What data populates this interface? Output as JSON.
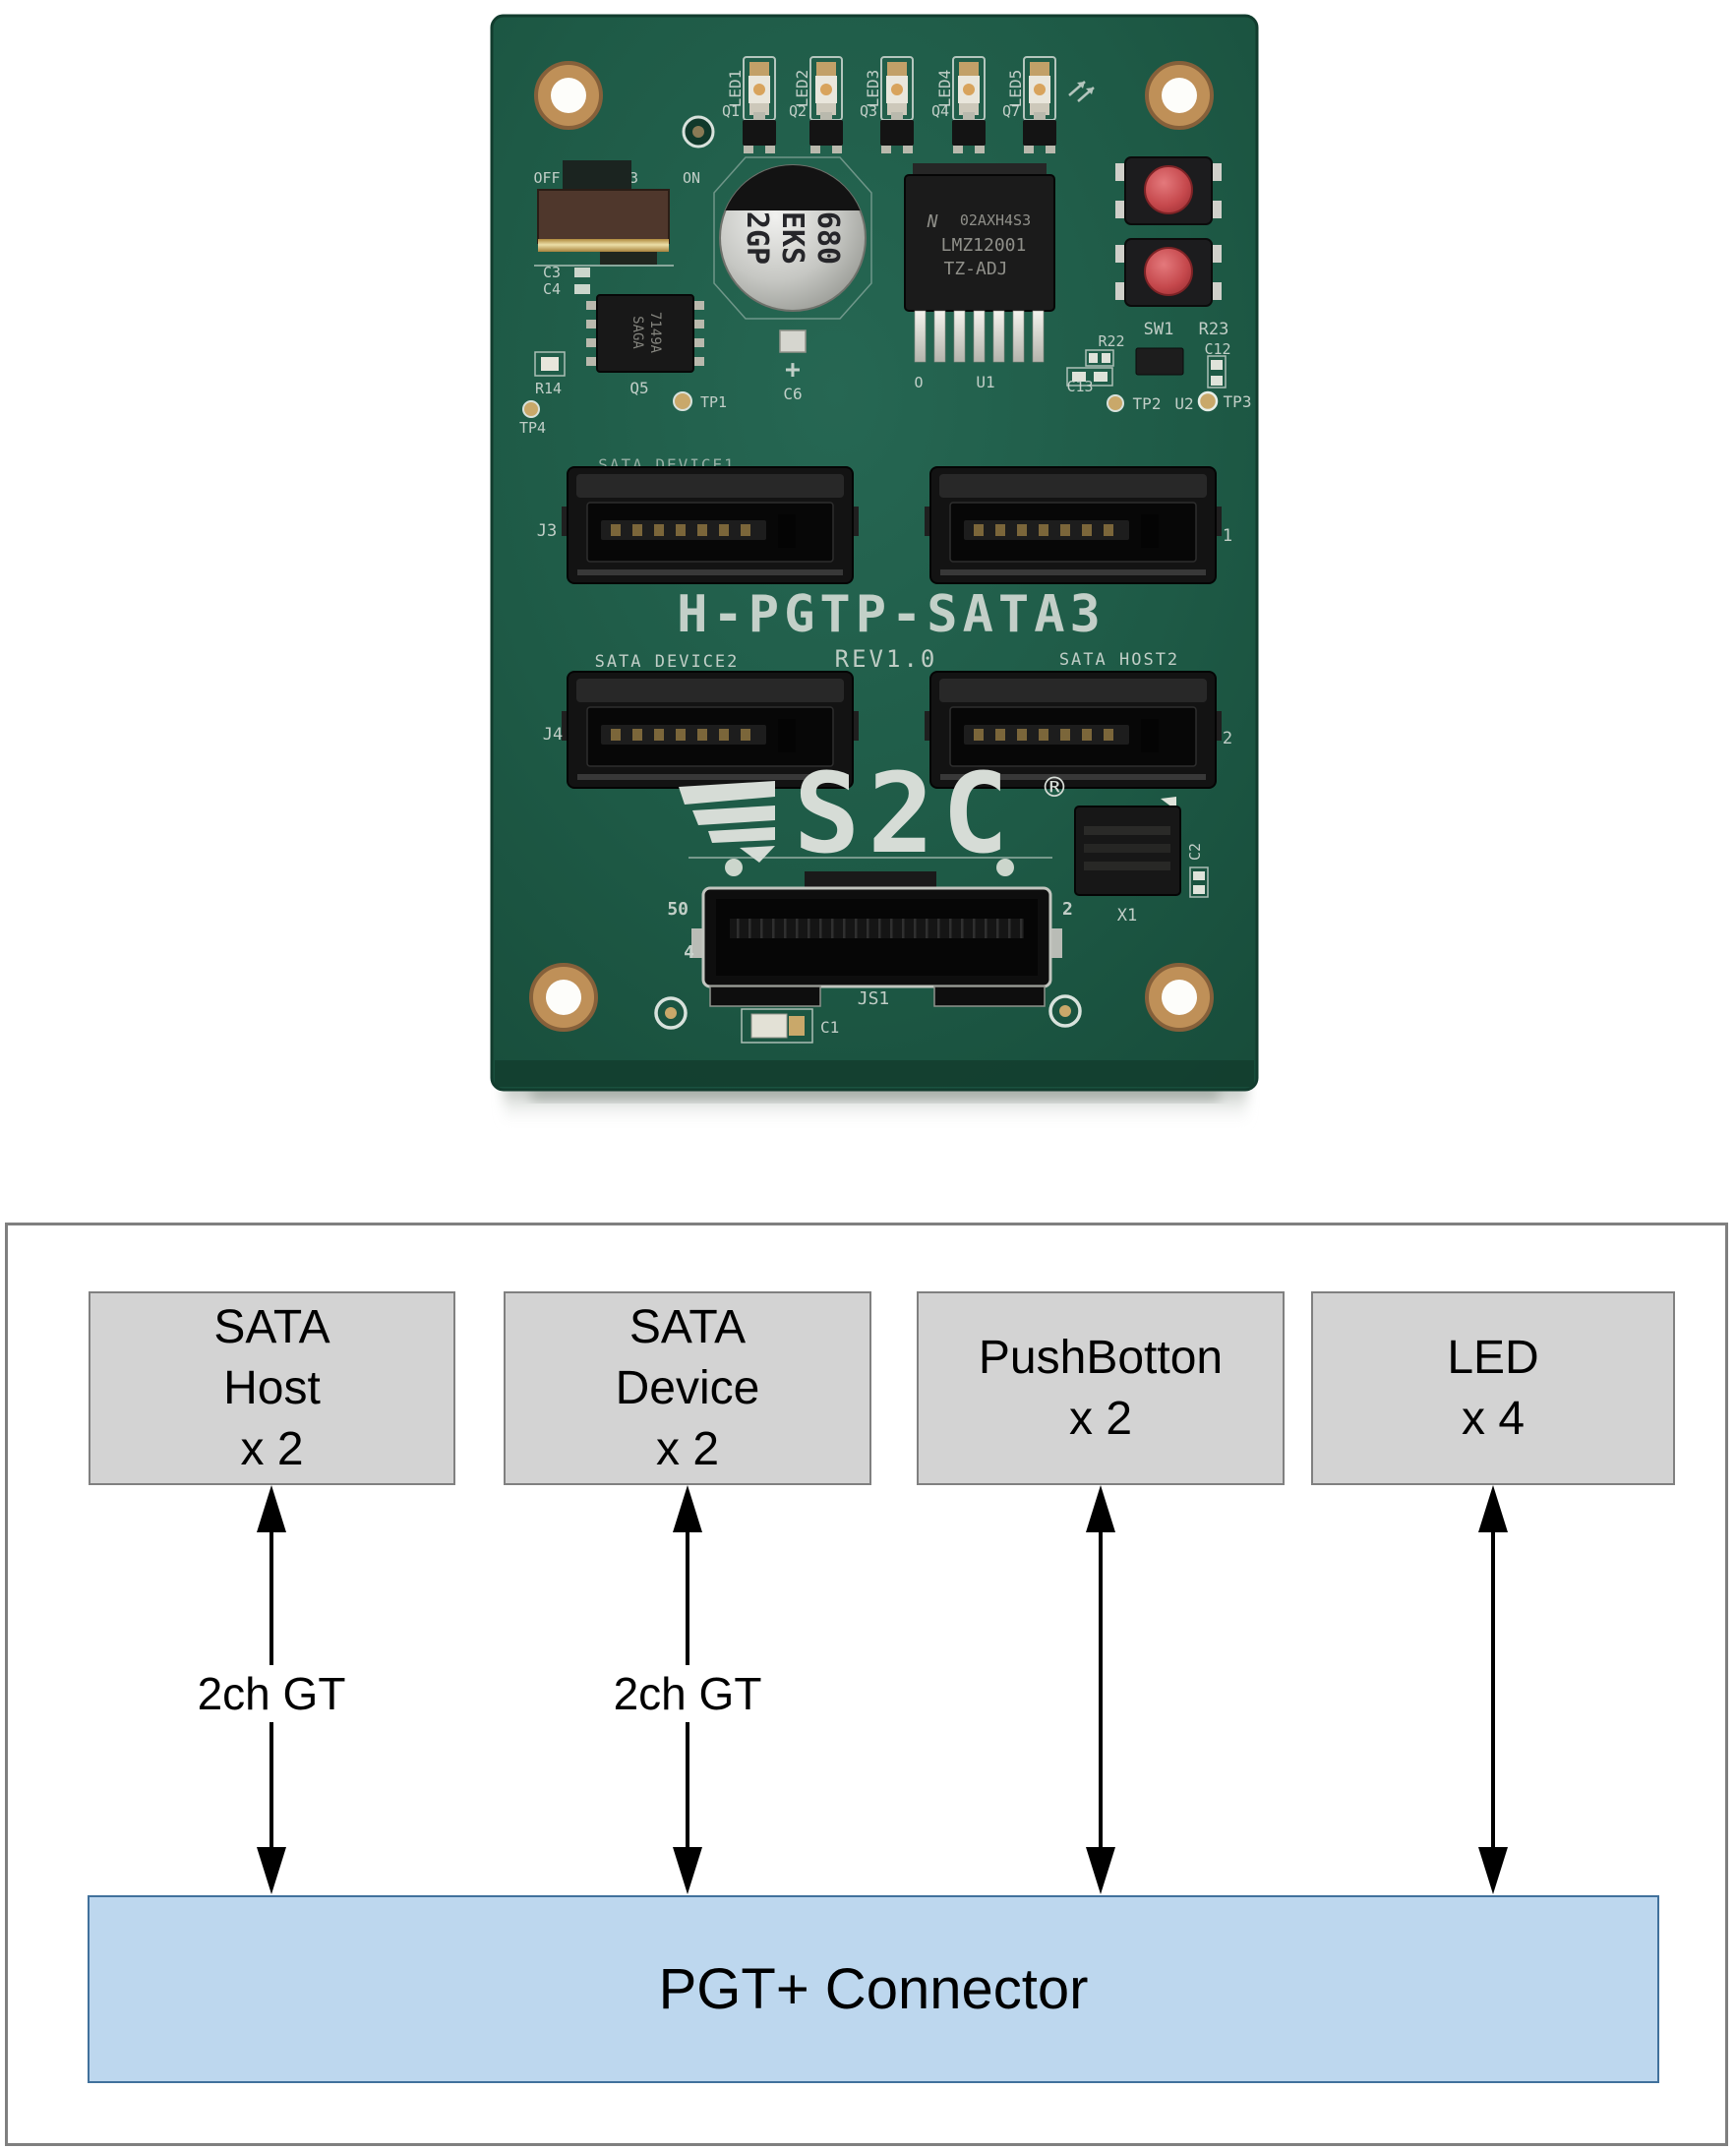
{
  "pcb": {
    "title": "H-PGTP-SATA3",
    "revision": "REV1.0",
    "logo_text": "S2C",
    "logo_reg": "®",
    "led_labels": [
      "LED1",
      "LED2",
      "LED3",
      "LED4",
      "LED5"
    ],
    "transistor_labels": [
      "Q1",
      "Q2",
      "Q3",
      "Q4",
      "Q7"
    ],
    "power_switch": {
      "off": "OFF",
      "ref": "S3",
      "on": "ON"
    },
    "capacitor": {
      "line1": "680",
      "line2": "EKS",
      "line3": "2GP",
      "plus": "+",
      "ref": "C6"
    },
    "regulator": {
      "brand": "N",
      "line1": "02AXH4S3",
      "line2": "LMZ12001",
      "line3": "TZ-ADJ",
      "pin1": "O",
      "ref": "U1"
    },
    "soic": {
      "line1": "7149A",
      "line2": "SAGA",
      "ref": "Q5"
    },
    "silk": {
      "c3": "C3",
      "c4": "C4",
      "r14": "R14",
      "tp4": "TP4",
      "tp1": "TP1",
      "sw1": "SW1",
      "r22": "R22",
      "r23": "R23",
      "c12": "C12",
      "c13": "C13",
      "tp2": "TP2",
      "u2": "U2",
      "tp3": "TP3",
      "j3": "J3",
      "j4": "J4",
      "sata_device1": "SATA DEVICE1",
      "sata_device2": "SATA DEVICE2",
      "sata_host2": "SATA HOST2",
      "host1_num": "1",
      "host2_num": "2",
      "js1": "JS1",
      "p50": "50",
      "p4": "4",
      "p2": "2",
      "c1": "C1",
      "x1": "X1",
      "c2": "C2"
    },
    "colors": {
      "board": "#1f5b47",
      "silk": "#cfd8d2",
      "hole_ring": "#bf9058",
      "button": "#c6494d"
    }
  },
  "diagram": {
    "boxes": [
      {
        "label": "SATA\nHost\nx 2"
      },
      {
        "label": "SATA\nDevice\nx 2"
      },
      {
        "label": "PushBotton\nx 2"
      },
      {
        "label": "LED\nx 4"
      }
    ],
    "gt_labels": [
      "2ch GT",
      "2ch GT"
    ],
    "connector_label": "PGT+ Connector",
    "colors": {
      "frame_border": "#7f7f7f",
      "box_fill": "#d3d3d3",
      "box_border": "#808080",
      "bar_fill": "#bdd7ee",
      "bar_border": "#41719c",
      "arrow": "#000000"
    }
  }
}
